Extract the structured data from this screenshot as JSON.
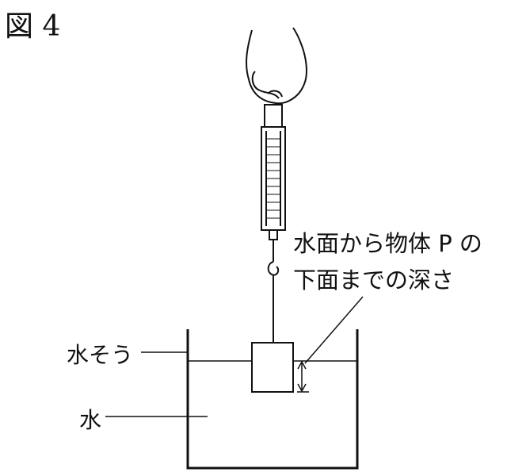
{
  "figure": {
    "title": "図 4",
    "labels": {
      "depth_line1": "水面から物体 P の",
      "depth_line2": "下面までの深さ",
      "tank": "水そう",
      "water": "水"
    }
  }
}
